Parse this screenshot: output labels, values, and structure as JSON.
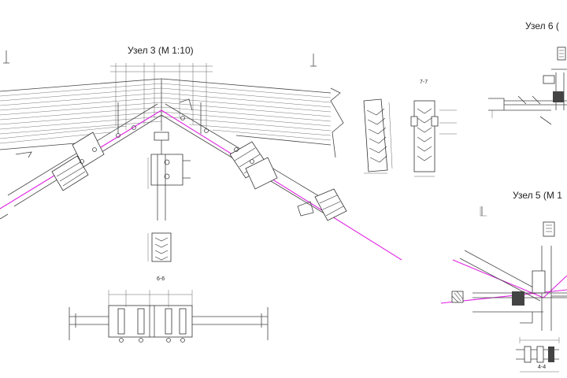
{
  "drawing": {
    "titles": {
      "node3": "Узел 3 (М 1:10)",
      "node6": "Узел 6 (",
      "node5": "Узел 5 (М 1",
      "sec77": "7-7",
      "sec66": "6-6",
      "sec44": "4-4"
    },
    "colors": {
      "axis": "#e020e0",
      "lines": "#444444"
    }
  }
}
